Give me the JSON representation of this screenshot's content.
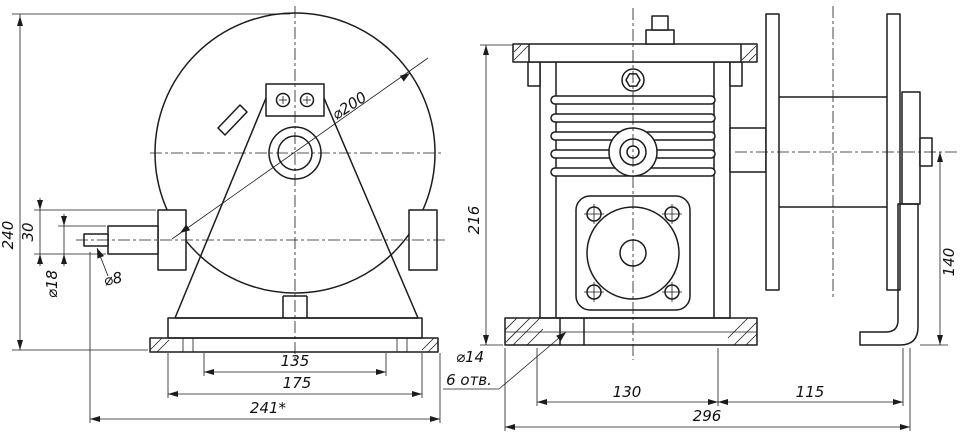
{
  "drawing": {
    "background": "#ffffff",
    "line_color": "#1c1c1c",
    "front_view": {
      "dim_height": "240",
      "dim_offset": "30",
      "dim_shaft_dia": "⌀18",
      "dim_small_shaft_dia": "⌀8",
      "dim_drum_dia": "⌀200",
      "dim_width_inner": "135",
      "dim_width_mid": "175",
      "dim_width_total": "241*"
    },
    "side_view": {
      "dim_height": "216",
      "dim_axis_height": "140",
      "dim_hole_dia": "⌀14",
      "dim_hole_count": "6 отв.",
      "dim_width_left": "130",
      "dim_width_right": "115",
      "dim_width_total": "296"
    }
  }
}
